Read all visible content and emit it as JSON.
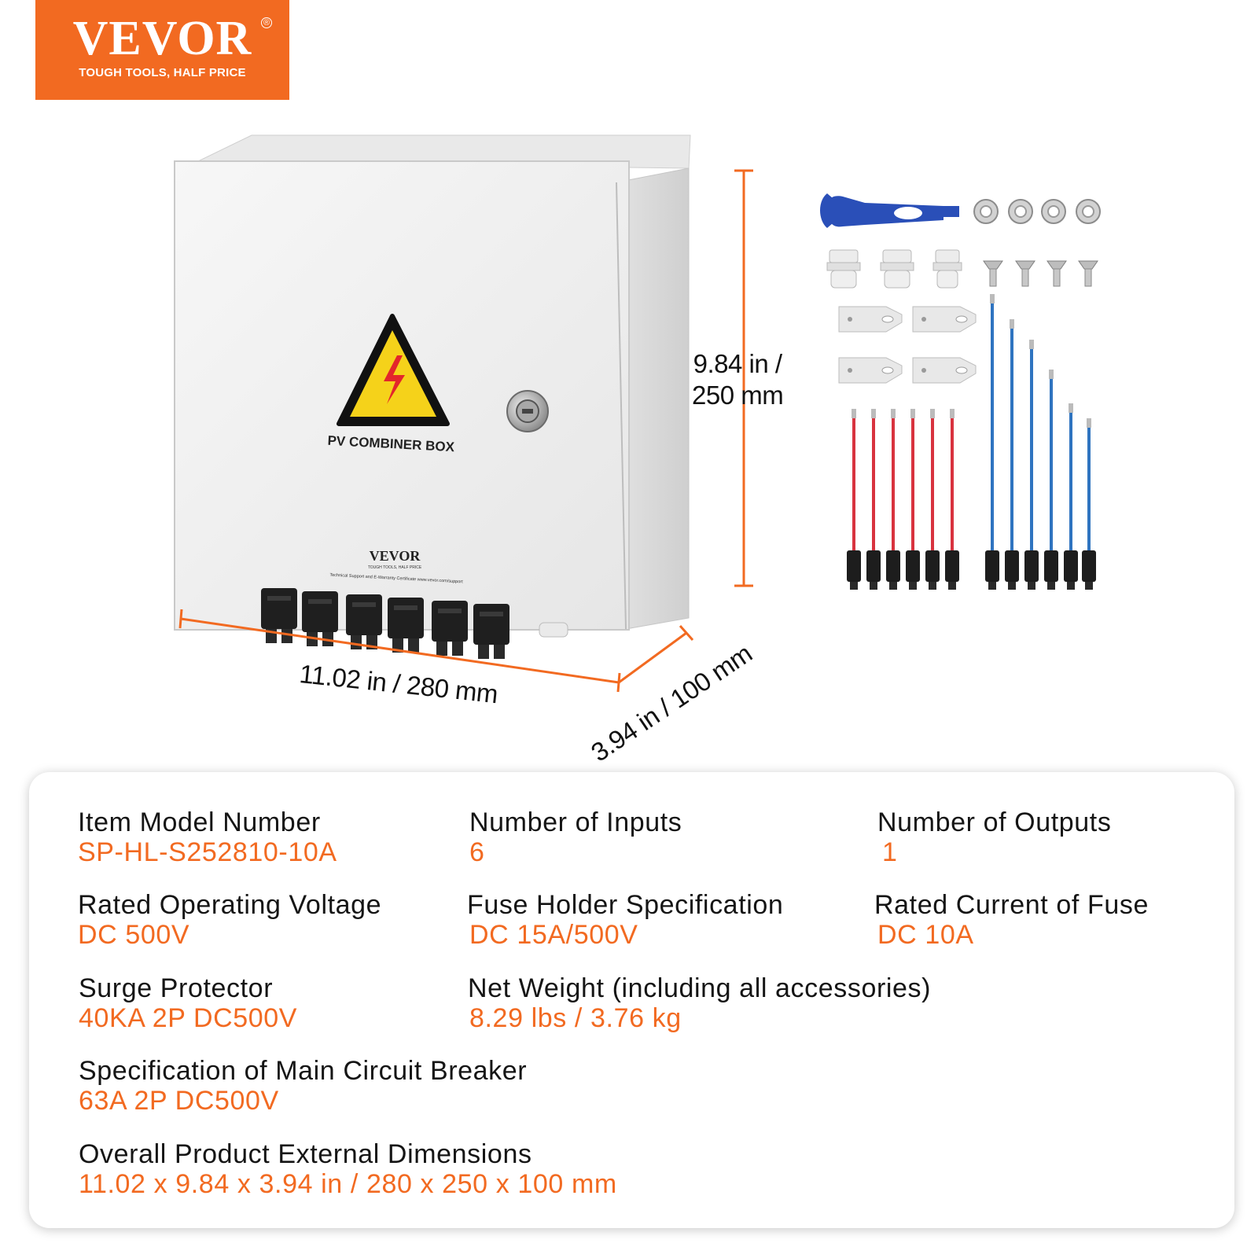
{
  "brand": {
    "name": "VEVOR",
    "registered": "®",
    "tagline": "TOUGH TOOLS, HALF PRICE",
    "color": "#f26a21"
  },
  "product_label": {
    "title": "PV COMBINER BOX",
    "brand": "VEVOR",
    "tagline": "TOUGH TOOLS, HALF PRICE",
    "support_text": "Technical Support and E-Warranty Certificate www.vevor.com/support"
  },
  "dimensions": {
    "height_line1": "9.84 in /",
    "height_line2": "250 mm",
    "width": "11.02 in / 280 mm",
    "depth": "3.94 in / 100 mm"
  },
  "accessories": {
    "wrench_icon": "mc4-wrench-icon",
    "nut_icon": "hex-nut-icon",
    "gland_icon": "cable-gland-icon",
    "screw_icon": "screw-icon",
    "bracket_icon": "mounting-bracket-icon",
    "red_cable_color": "#d8333f",
    "blue_cable_color": "#2f74c0"
  },
  "specs": {
    "model_label": "Item Model Number",
    "model_value": "SP-HL-S252810-10A",
    "inputs_label": "Number of Inputs",
    "inputs_value": "6",
    "outputs_label": "Number of Outputs",
    "outputs_value": "1",
    "voltage_label": "Rated Operating Voltage",
    "voltage_value": "DC 500V",
    "fuse_holder_label": "Fuse Holder Specification",
    "fuse_holder_value": "DC 15A/500V",
    "fuse_current_label": "Rated Current of Fuse",
    "fuse_current_value": "DC 10A",
    "surge_label": "Surge Protector",
    "surge_value": "40KA 2P DC500V",
    "weight_label": "Net Weight (including all accessories)",
    "weight_value": "8.29 lbs / 3.76 kg",
    "breaker_label": "Specification of Main Circuit Breaker",
    "breaker_value": "63A 2P DC500V",
    "dims_label": "Overall Product External Dimensions",
    "dims_value": "11.02 x 9.84 x 3.94 in / 280 x 250 x 100 mm"
  }
}
